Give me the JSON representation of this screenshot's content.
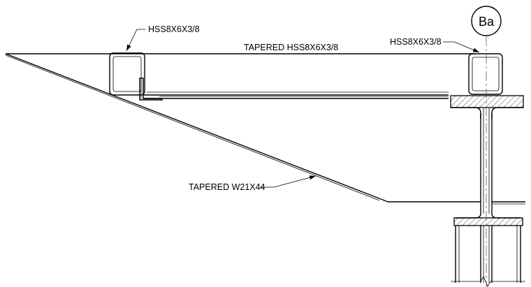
{
  "drawing": {
    "grid_bubble": {
      "label": "Ba"
    },
    "callouts": {
      "hss_left": "HSS8X6X3/8",
      "hss_right": "HSS8X6X3/8",
      "tapered_hss": "TAPERED HSS8X6X3/8",
      "tapered_w": "TAPERED W21X44"
    }
  }
}
